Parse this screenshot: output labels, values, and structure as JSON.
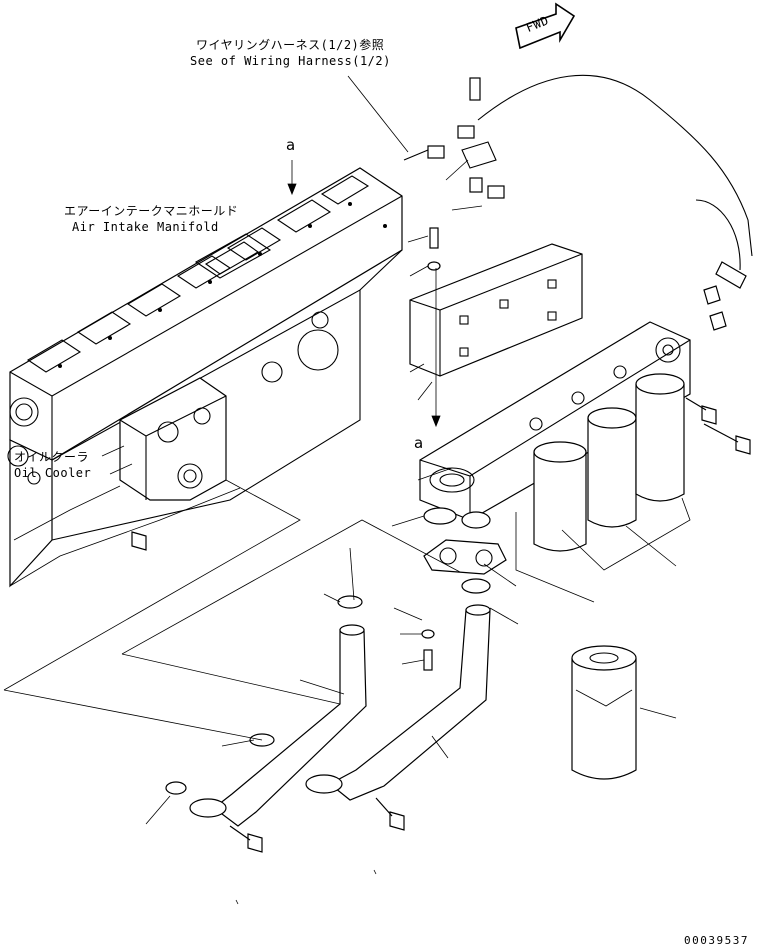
{
  "labels": {
    "wiring_jp": "ワイヤリングハーネス(1/2)参照",
    "wiring_en": "See of Wiring Harness(1/2)",
    "manifold_jp": "エアーインテークマニホールド",
    "manifold_en": "Air Intake Manifold",
    "cooler_jp": "オイルクーラ",
    "cooler_en": "Oil Cooler",
    "view_a_top": "a",
    "view_a_mid": "a",
    "fwd": "FWD",
    "drawing_number": "00039537"
  }
}
